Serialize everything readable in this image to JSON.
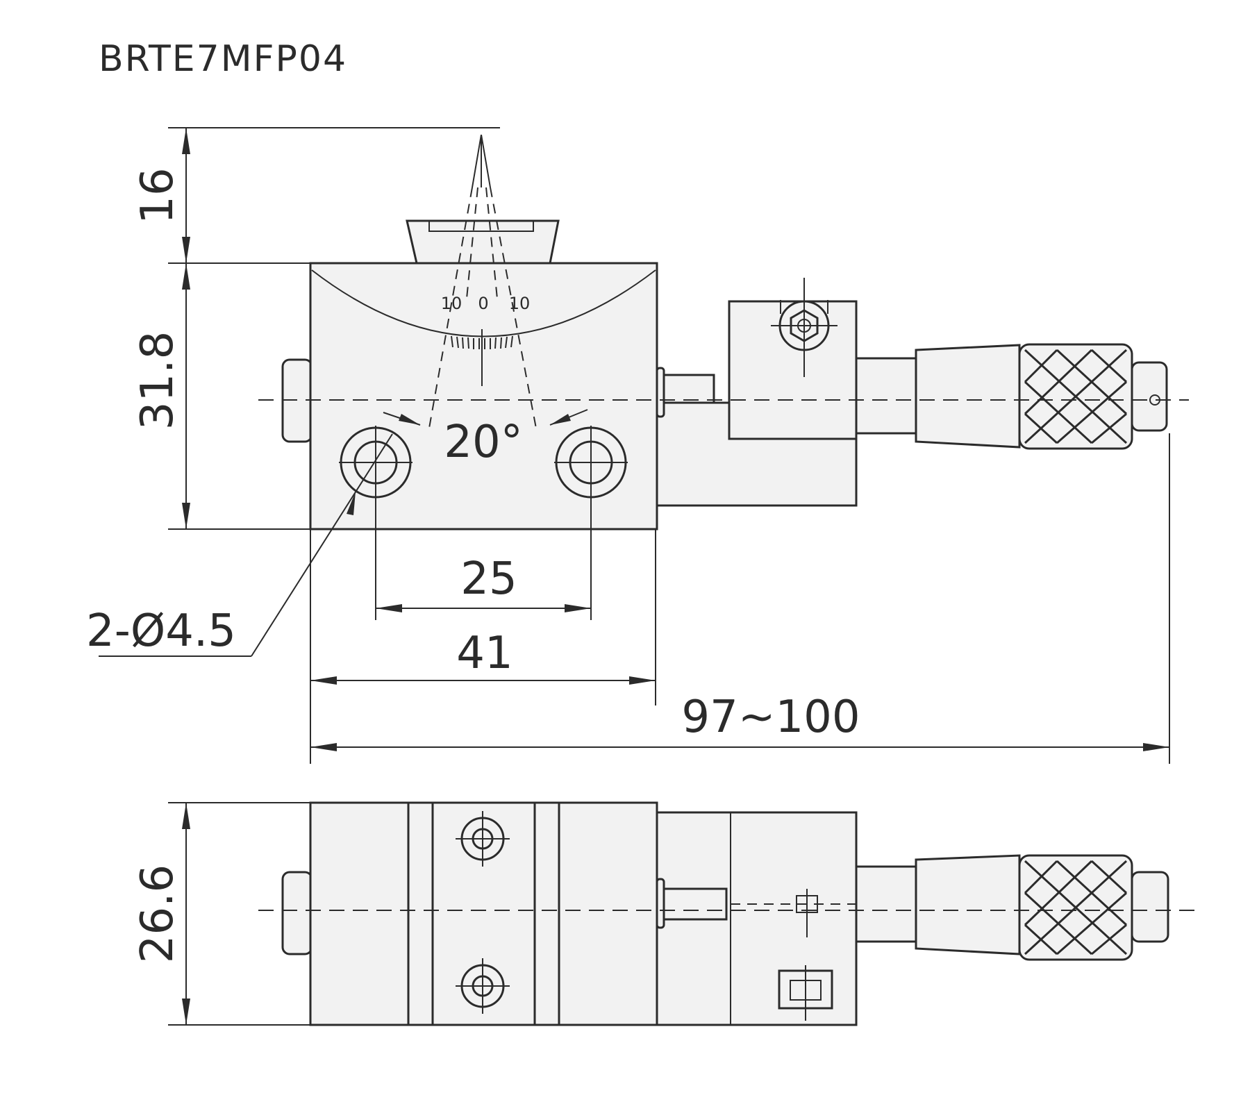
{
  "title": "BRTE7MFP04",
  "dimensions": {
    "height_top": "16",
    "height_body": "31.8",
    "hole_spacing": "25",
    "body_width": "41",
    "total_length": "97~100",
    "side_height": "26.6",
    "holes": "2-Ø4.5",
    "angle": "20°"
  },
  "scale": {
    "left": "10",
    "center": "0",
    "right": "10"
  }
}
